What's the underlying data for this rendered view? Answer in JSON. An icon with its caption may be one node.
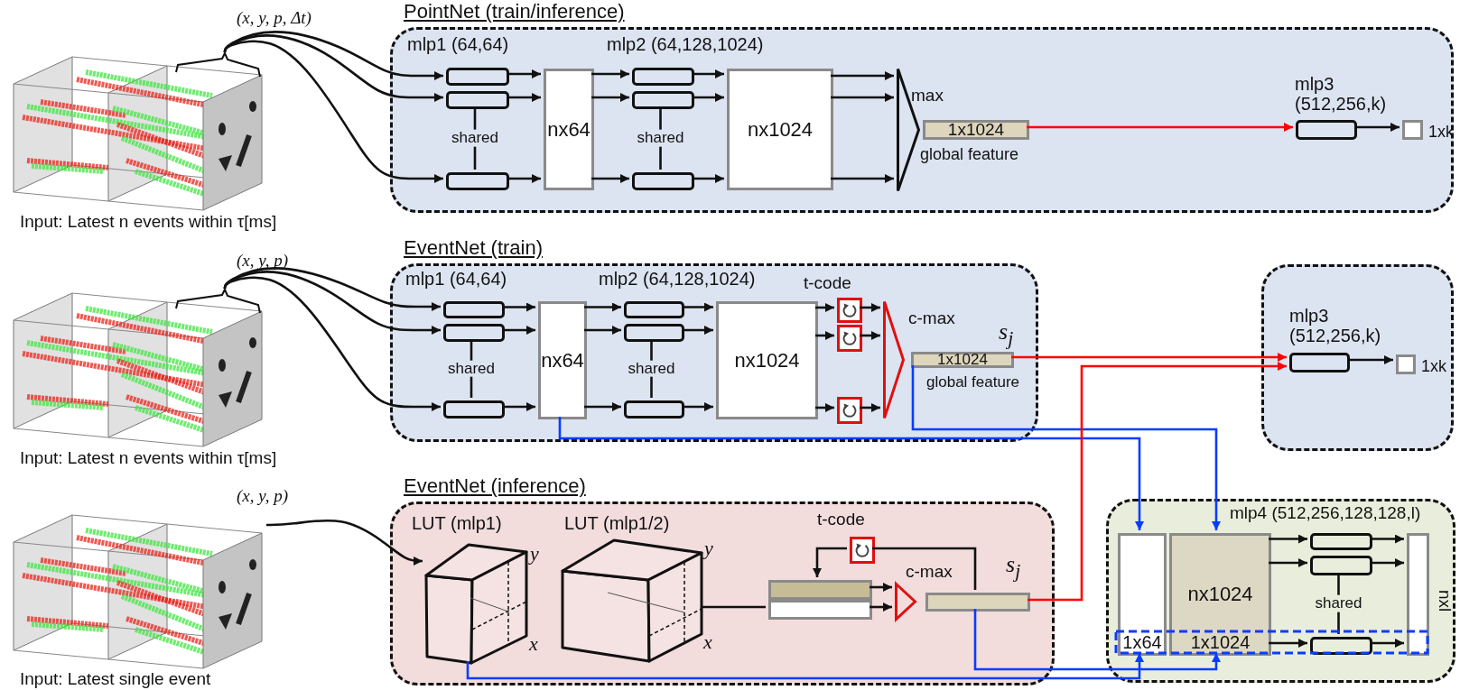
{
  "diagram": {
    "nodes": [
      {
        "text": [
          "PointNet (train/inference)"
        ]
      },
      {
        "text": [
          "EventNet (train)"
        ]
      },
      {
        "text": [],
        "shape": "box"
      },
      {
        "text": [
          "EventNet (inference)"
        ]
      },
      {
        "text": [],
        "shape": "box"
      },
      {
        "text": [],
        "shape": "picture",
        "beside": [
          "Input: Latest n events within τ[ms]"
        ]
      },
      {
        "text": [],
        "shape": "picture",
        "beside": [
          "Input: Latest n events within τ[ms]"
        ]
      },
      {
        "text": [],
        "shape": "picture",
        "beside": [
          "Input: Latest single event"
        ]
      },
      {
        "text": [],
        "shape": "box",
        "in": 0
      },
      {
        "text": [],
        "shape": "box",
        "in": 0
      },
      {
        "text": [],
        "shape": "box",
        "in": 0
      },
      {
        "text": [
          "nx64"
        ],
        "in": 0
      },
      {
        "text": [],
        "shape": "box",
        "in": 0
      },
      {
        "text": [],
        "shape": "box",
        "in": 0
      },
      {
        "text": [],
        "shape": "box",
        "in": 0
      },
      {
        "text": [
          "nx1024"
        ],
        "in": 0
      },
      {
        "text": [],
        "shape": "triangle",
        "in": 0,
        "beside": [
          "max"
        ]
      },
      {
        "text": [
          "1x1024"
        ],
        "in": 0,
        "beside": [
          "global feature"
        ]
      },
      {
        "text": [],
        "shape": "box",
        "in": 0,
        "beside": [
          "mlp3 (512,256,k)"
        ]
      },
      {
        "text": [],
        "shape": "box",
        "in": 0,
        "beside": [
          "1xk"
        ]
      },
      {
        "text": [],
        "shape": "box",
        "in": 1
      },
      {
        "text": [],
        "shape": "box",
        "in": 1
      },
      {
        "text": [],
        "shape": "box",
        "in": 1
      },
      {
        "text": [
          "nx64"
        ],
        "in": 1
      },
      {
        "text": [],
        "shape": "box",
        "in": 1
      },
      {
        "text": [],
        "shape": "box",
        "in": 1
      },
      {
        "text": [],
        "shape": "box",
        "in": 1
      },
      {
        "text": [
          "nx1024"
        ],
        "in": 1
      },
      {
        "text": [],
        "shape": "box",
        "in": 1
      },
      {
        "text": [],
        "shape": "box",
        "in": 1
      },
      {
        "text": [],
        "shape": "box",
        "in": 1
      },
      {
        "text": [],
        "shape": "triangle",
        "in": 1,
        "beside": [
          "c-max"
        ]
      },
      {
        "text": [
          "1x1024"
        ],
        "in": 1,
        "beside": [
          "global feature",
          "s$_{j}$"
        ]
      },
      {
        "text": [],
        "shape": "box",
        "in": 2,
        "beside": [
          "mlp3 (512,256,k)"
        ]
      },
      {
        "text": [],
        "shape": "box",
        "in": 2,
        "beside": [
          "1xk"
        ]
      },
      {
        "text": [],
        "shape": "cube",
        "in": 3,
        "beside": [
          "LUT (mlp1)"
        ]
      },
      {
        "text": [],
        "shape": "cube",
        "in": 3,
        "beside": [
          "LUT (mlp1/2)"
        ]
      },
      {
        "text": [],
        "shape": "box",
        "in": 3
      },
      {
        "text": [],
        "shape": "bar",
        "in": 3
      },
      {
        "text": [],
        "shape": "bar",
        "in": 3
      },
      {
        "text": [],
        "shape": "triangle",
        "in": 3,
        "beside": [
          "c-max"
        ]
      },
      {
        "text": [],
        "shape": "bar",
        "in": 3,
        "beside": [
          "s$_{j}$"
        ]
      },
      {
        "text": [
          "1x64"
        ],
        "in": 4
      },
      {
        "text": [
          "nx1024",
          "1x1024"
        ],
        "in": 4
      },
      {
        "text": [],
        "shape": "box",
        "in": 4
      },
      {
        "text": [],
        "shape": "box",
        "in": 4
      },
      {
        "text": [],
        "shape": "box",
        "in": 4
      },
      {
        "text": [],
        "shape": "bar",
        "in": 4,
        "beside": [
          "nxl"
        ]
      }
    ],
    "edges": [
      {
        "from": 5,
        "to": 8,
        "arrow": "to"
      },
      {
        "from": 5,
        "to": 9,
        "arrow": "to"
      },
      {
        "from": 5,
        "to": 10,
        "arrow": "to"
      },
      {
        "from": 8,
        "to": 11,
        "arrow": "to"
      },
      {
        "from": 9,
        "to": 11,
        "arrow": "to"
      },
      {
        "from": 10,
        "to": 11,
        "arrow": "to"
      },
      {
        "from": 11,
        "to": 12,
        "arrow": "to"
      },
      {
        "from": 11,
        "to": 13,
        "arrow": "to"
      },
      {
        "from": 11,
        "to": 14,
        "arrow": "to"
      },
      {
        "from": 12,
        "to": 15,
        "arrow": "to"
      },
      {
        "from": 13,
        "to": 15,
        "arrow": "to"
      },
      {
        "from": 14,
        "to": 15,
        "arrow": "to"
      },
      {
        "from": 15,
        "to": 16,
        "arrow": "to"
      },
      {
        "from": 15,
        "to": 16,
        "arrow": "to"
      },
      {
        "from": 15,
        "to": 16,
        "arrow": "to"
      },
      {
        "from": 9,
        "to": 10,
        "arrow": "none",
        "label": "shared"
      },
      {
        "from": 13,
        "to": 14,
        "arrow": "none",
        "label": "shared"
      },
      {
        "from": 17,
        "to": 18,
        "arrow": "to",
        "color": "#ff0000"
      },
      {
        "from": 18,
        "to": 19,
        "arrow": "to"
      },
      {
        "from": 6,
        "to": 20,
        "arrow": "to"
      },
      {
        "from": 6,
        "to": 21,
        "arrow": "to"
      },
      {
        "from": 6,
        "to": 22,
        "arrow": "to"
      },
      {
        "from": 20,
        "to": 23,
        "arrow": "to"
      },
      {
        "from": 21,
        "to": 23,
        "arrow": "to"
      },
      {
        "from": 22,
        "to": 23,
        "arrow": "to"
      },
      {
        "from": 23,
        "to": 24,
        "arrow": "to"
      },
      {
        "from": 23,
        "to": 25,
        "arrow": "to"
      },
      {
        "from": 23,
        "to": 26,
        "arrow": "to"
      },
      {
        "from": 24,
        "to": 27,
        "arrow": "to"
      },
      {
        "from": 25,
        "to": 27,
        "arrow": "to"
      },
      {
        "from": 26,
        "to": 27,
        "arrow": "to"
      },
      {
        "from": 27,
        "to": 28,
        "arrow": "to"
      },
      {
        "from": 27,
        "to": 29,
        "arrow": "to"
      },
      {
        "from": 27,
        "to": 30,
        "arrow": "to"
      },
      {
        "from": 28,
        "to": 31,
        "arrow": "to"
      },
      {
        "from": 29,
        "to": 31,
        "arrow": "to"
      },
      {
        "from": 30,
        "to": 31,
        "arrow": "to"
      },
      {
        "from": 21,
        "to": 22,
        "arrow": "none",
        "label": "shared"
      },
      {
        "from": 25,
        "to": 26,
        "arrow": "none",
        "label": "shared"
      },
      {
        "from": 32,
        "to": 33,
        "arrow": "to",
        "color": "#ff0000"
      },
      {
        "from": 33,
        "to": 34,
        "arrow": "to"
      },
      {
        "from": 23,
        "to": 42,
        "arrow": "to",
        "color": "#0a3cff"
      },
      {
        "from": 32,
        "to": 43,
        "arrow": "to",
        "color": "#0a3cff"
      },
      {
        "from": 7,
        "to": 35,
        "arrow": "to"
      },
      {
        "from": 36,
        "to": 39,
        "arrow": "none"
      },
      {
        "from": 38,
        "to": 40,
        "arrow": "to"
      },
      {
        "from": 39,
        "to": 40,
        "arrow": "to"
      },
      {
        "from": 41,
        "to": 37,
        "arrow": "none"
      },
      {
        "from": 37,
        "to": 38,
        "arrow": "to"
      },
      {
        "from": 41,
        "to": 33,
        "arrow": "to",
        "color": "#ff0000"
      },
      {
        "from": 35,
        "to": 42,
        "arrow": "to",
        "color": "#0a3cff"
      },
      {
        "from": 41,
        "to": 43,
        "arrow": "to",
        "color": "#0a3cff"
      },
      {
        "from": 43,
        "to": 44,
        "arrow": "to"
      },
      {
        "from": 43,
        "to": 45,
        "arrow": "to"
      },
      {
        "from": 43,
        "to": 46,
        "arrow": "to"
      },
      {
        "from": 44,
        "to": 47,
        "arrow": "to"
      },
      {
        "from": 45,
        "to": 47,
        "arrow": "to"
      },
      {
        "from": 46,
        "to": 47,
        "arrow": "to"
      },
      {
        "from": 45,
        "to": 46,
        "arrow": "none",
        "label": "shared"
      }
    ],
    "labels": [
      "(x, y, p, Δt)",
      "mlp1 (64,64)",
      "mlp2 (64,128,1024)",
      "(x, y, p)",
      "mlp1 (64,64)",
      "mlp2 (64,128,1024)",
      "t-code",
      "(x, y, p)",
      "t-code",
      "y",
      "x",
      "y",
      "x",
      "mlp4 (512,256,128,128,l)"
    ]
  }
}
